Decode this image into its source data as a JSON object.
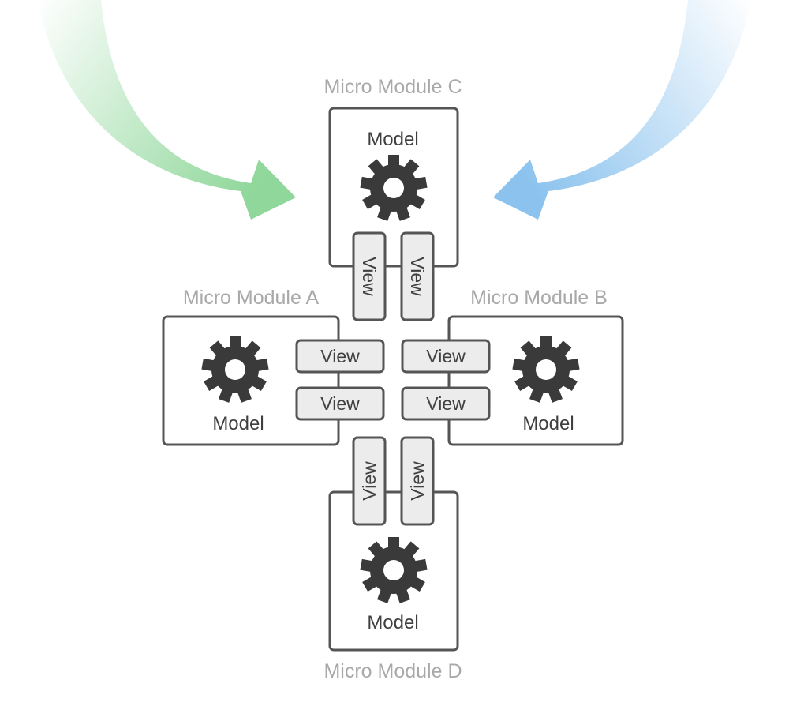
{
  "diagram": {
    "modules": {
      "a": {
        "title": "Micro Module A",
        "model_label": "Model",
        "views": [
          "View",
          "View"
        ]
      },
      "b": {
        "title": "Micro Module B",
        "model_label": "Model",
        "views": [
          "View",
          "View"
        ]
      },
      "c": {
        "title": "Micro Module C",
        "model_label": "Model",
        "views": [
          "View",
          "View"
        ]
      },
      "d": {
        "title": "Micro Module D",
        "model_label": "Model",
        "views": [
          "View",
          "View"
        ]
      }
    },
    "icons": {
      "model": "gear-icon",
      "arrows": "curved-arrow-icon"
    },
    "colors": {
      "left_arrow": "#8fd79a",
      "right_arrow": "#8cc3ee",
      "border": "#555555",
      "view_fill": "#ececec",
      "gear": "#3a3a3a",
      "title_text": "#a9a9a9",
      "label_text": "#3f3f3f"
    }
  }
}
